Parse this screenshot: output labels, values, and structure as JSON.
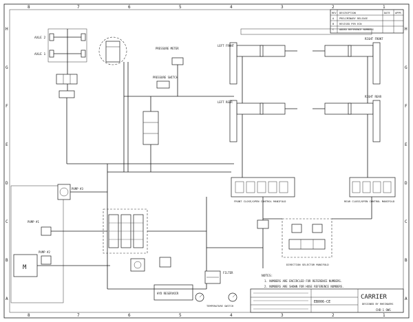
{
  "zones": {
    "top": [
      "8",
      "7",
      "6",
      "5",
      "4",
      "3",
      "2",
      "1"
    ],
    "side": [
      "H",
      "G",
      "F",
      "E",
      "D",
      "C",
      "B",
      "A"
    ]
  },
  "components": {
    "axle_2": "AXLE 2",
    "axle_1": "AXLE 1",
    "motor": "M",
    "pump_3": "PUMP #3",
    "pump_1": "PUMP #1",
    "pump_2": "PUMP #2",
    "left_front": "LEFT FRONT",
    "right_front": "RIGHT FRONT",
    "left_rear": "LEFT REAR",
    "right_rear": "RIGHT REAR",
    "front_manifold": "FRONT CLOSE/OPEN CONTROL MANIFOLD",
    "rear_manifold": "REAR CLOSE/OPEN CONTROL MANIFOLD",
    "selector_manifold": "DIRECTION SELECTOR MANIFOLD",
    "pressure_meter": "PRESSURE METER",
    "pressure_switch": "PRESSURE SWITCH",
    "temp_switch": "TEMPERATURE SWITCH",
    "filter": "FILTER",
    "reservoir": "HYD RESERVOIR"
  },
  "notes": {
    "heading": "NOTES:",
    "items": [
      "1.  NUMBERS ARE ENCIRCLED FOR REFERENCE NUMBERS.",
      "2.  NUMBERS ARE SHOWN FOR HOSE REFERENCE NUMBERS."
    ]
  },
  "title_block": {
    "company": "CARRIER",
    "subtitle": "DESIGNED BY RHEINAERS",
    "number": "EB006-CE",
    "sheet": "CHD-1 OWG"
  },
  "revisions": {
    "header": [
      "REV",
      "DESCRIPTION",
      "DATE",
      "APPR"
    ],
    "rows": [
      [
        "A",
        "PRELIMINARY RELEASE",
        "",
        ""
      ],
      [
        "B",
        "REVISED PER ECN",
        "",
        ""
      ],
      [
        "C",
        "ADDED REFERENCE NUMBERS",
        "",
        ""
      ]
    ]
  }
}
